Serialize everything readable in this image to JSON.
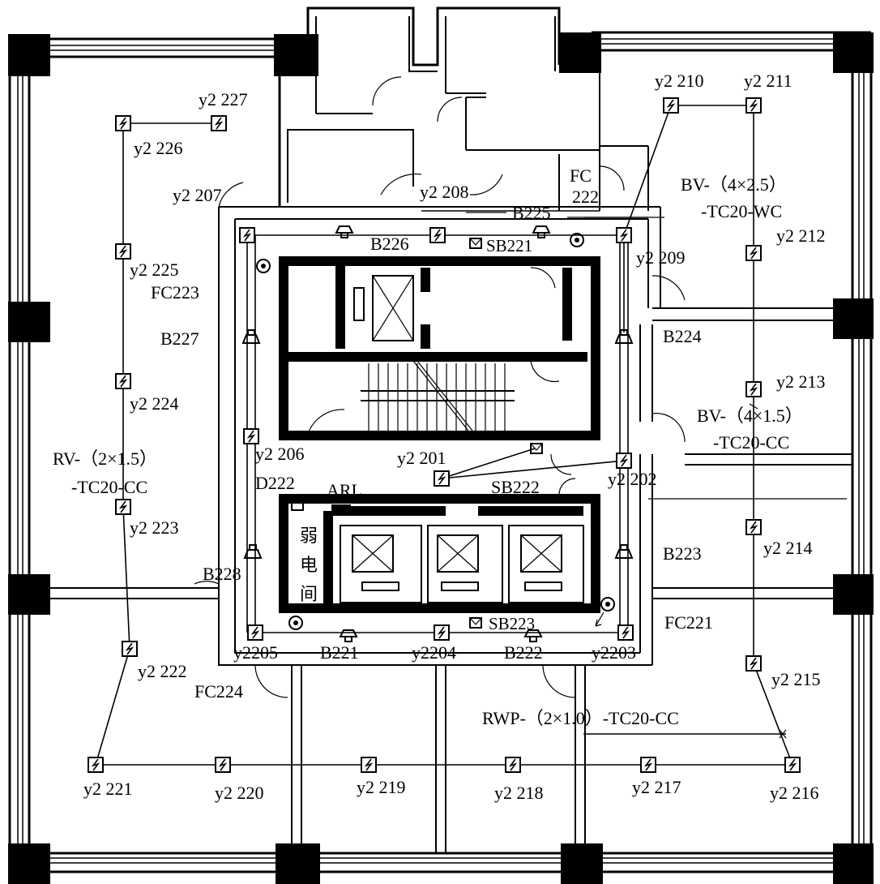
{
  "labels": {
    "y2_227": "y2 227",
    "y2_226": "y2 226",
    "y2_207": "y2 207",
    "y2_225": "y2 225",
    "fc223": "FC223",
    "b227": "B227",
    "y2_224": "y2 224",
    "rv_1": "RV-（2×1.5）",
    "rv_2": "-TC20-CC",
    "y2_223": "y2 223",
    "b228": "B228",
    "y2_222": "y2 222",
    "fc224": "FC224",
    "y2_221": "y2 221",
    "y2_220": "y2 220",
    "y2_219": "y2 219",
    "y2_218": "y2 218",
    "y2_217": "y2 217",
    "y2_216": "y2 216",
    "y2_215": "y2 215",
    "rwp": "RWP-（2×1.0）-TC20-CC",
    "fc221": "FC221",
    "y2_214": "y2 214",
    "b223": "B223",
    "bv15_1": "BV-（4×1.5）",
    "bv15_2": "-TC20-CC",
    "y2_213": "y2 213",
    "b224": "B224",
    "y2_212": "y2 212",
    "bv25_1": "BV-（4×2.5）",
    "bv25_2": "-TC20-WC",
    "y2_210": "y2 210",
    "y2_211": "y2 211",
    "y2_209": "y2 209",
    "fc222_a": "FC",
    "fc222_b": "222",
    "y2_208": "y2 208",
    "b225": "B225",
    "b226": "B226",
    "sb221": "SB221",
    "y2_206": "y2 206",
    "d222": "D222",
    "arl": "ARL",
    "y2_201": "y2 201",
    "sb222": "SB222",
    "y2_202": "y2 202",
    "cn_1": "弱",
    "cn_2": "电",
    "cn_3": "间",
    "sb223": "SB223",
    "y2_2205": "y2205",
    "b221": "B221",
    "y2_2204": "y2204",
    "b222": "B222",
    "y2_2203": "y2203"
  }
}
